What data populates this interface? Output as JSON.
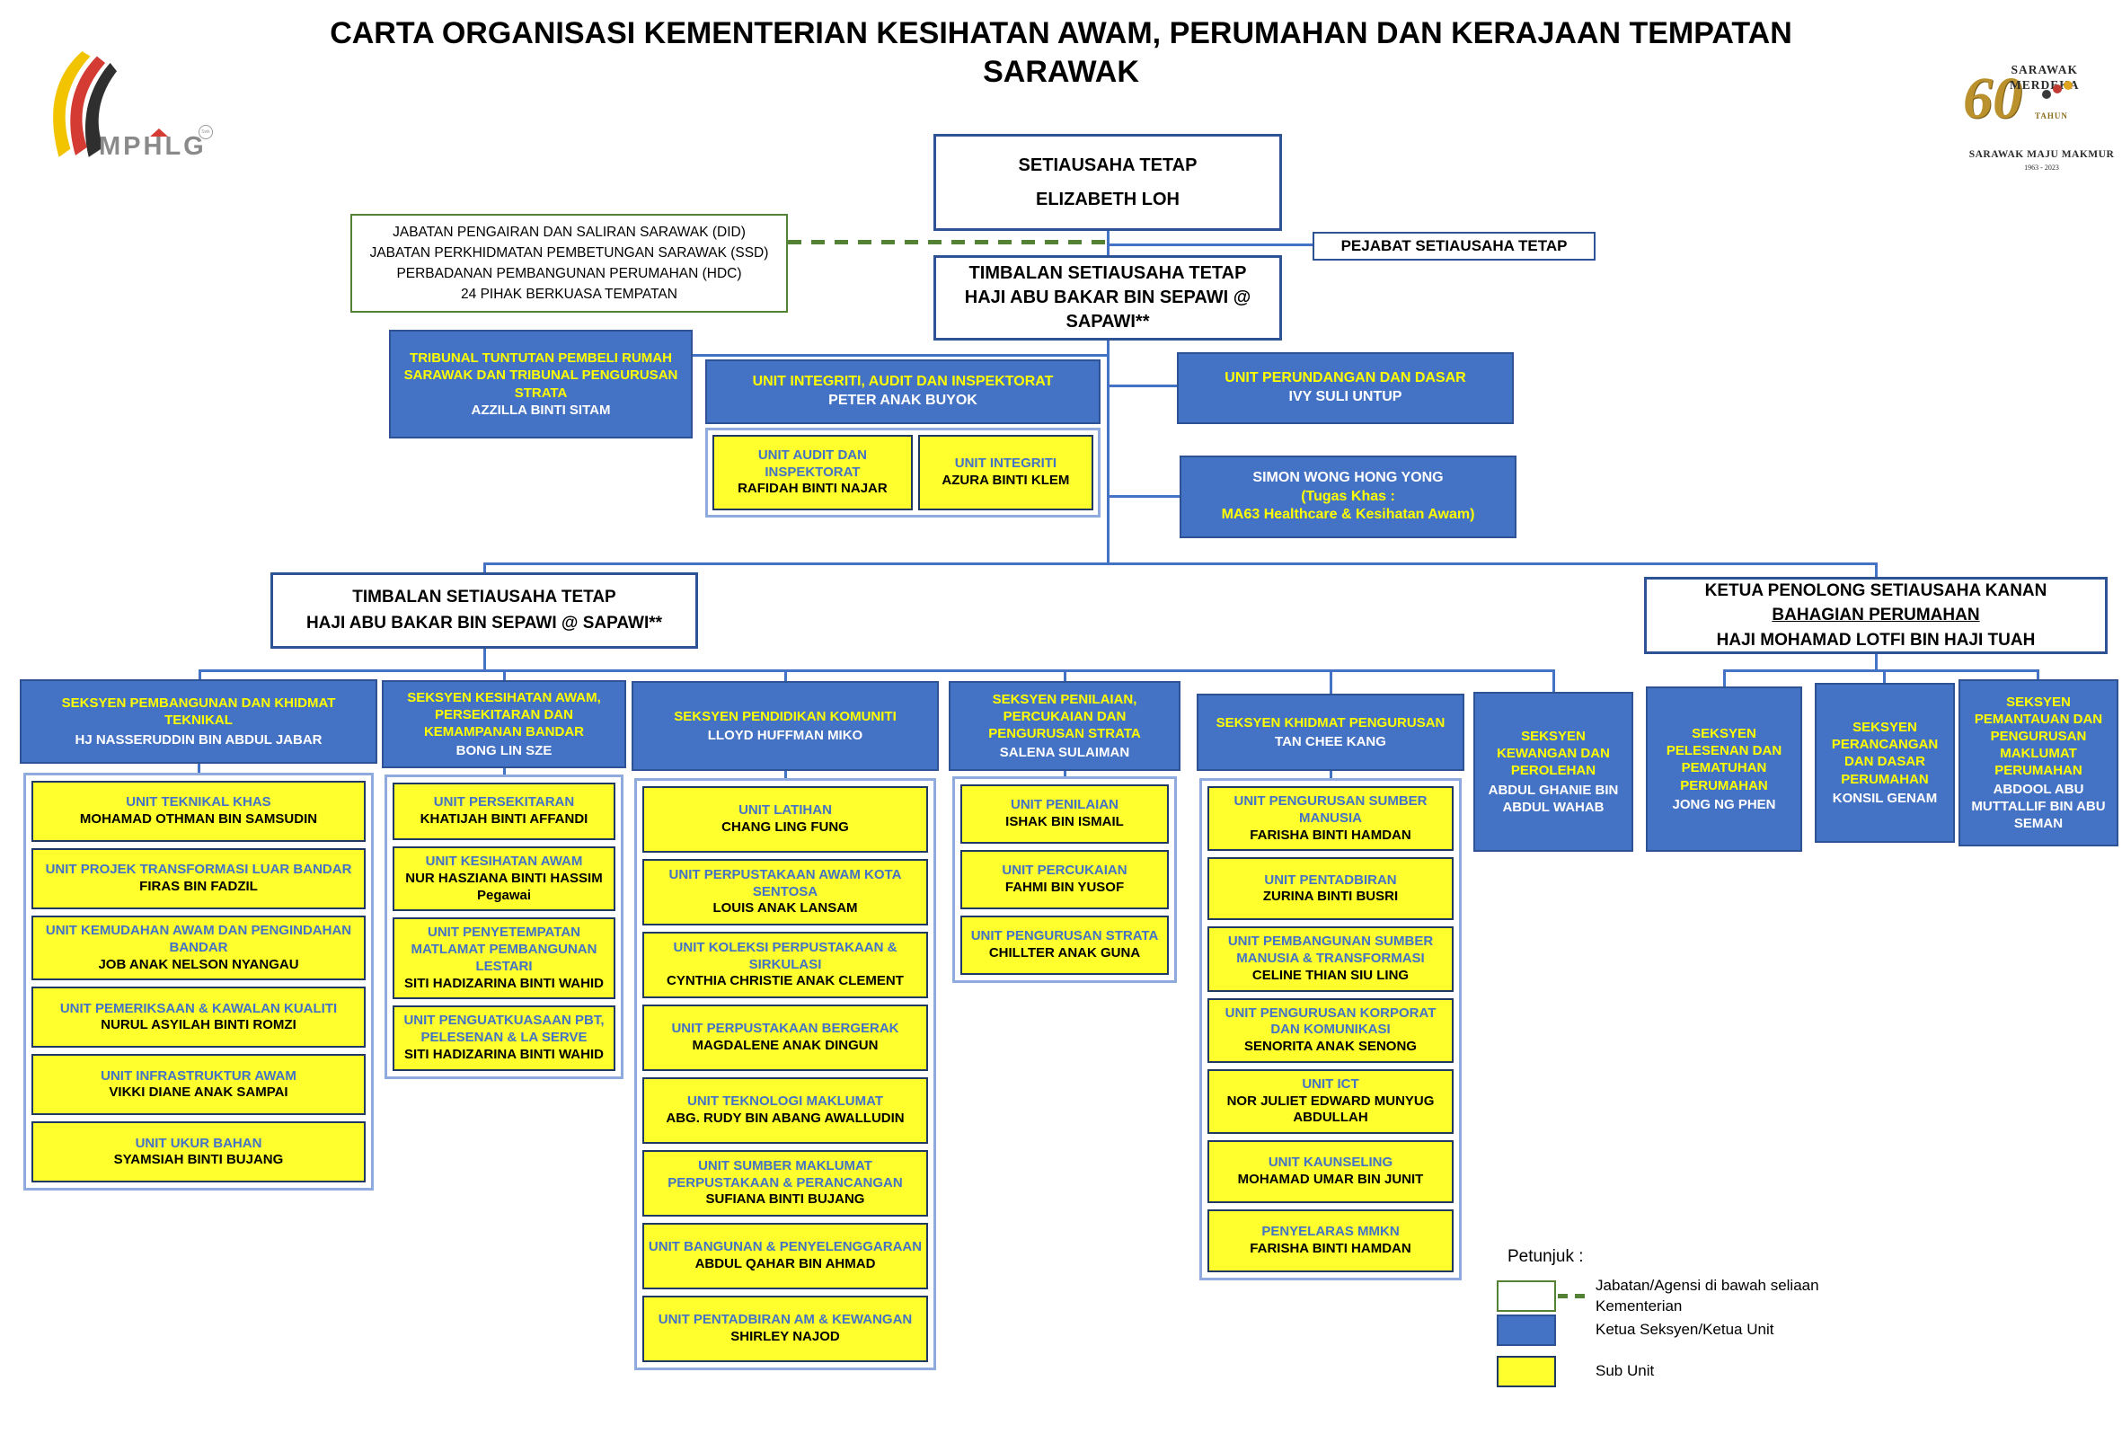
{
  "title": {
    "line1": "CARTA ORGANISASI KEMENTERIAN KESIHATAN AWAM, PERUMAHAN DAN KERAJAAN TEMPATAN",
    "line2": "SARAWAK"
  },
  "logo_left": {
    "text": "MPHLG",
    "sup": "Swk"
  },
  "logo_right": {
    "top1": "SARAWAK",
    "top2": "MERDEKA",
    "big": "60",
    "tahun": "TAHUN",
    "bottom1": "SARAWAK MAJU MAKMUR",
    "bottom2": "1963 - 2023"
  },
  "top": {
    "setiausaha": {
      "title": "SETIAUSAHA TETAP",
      "name": "ELIZABETH LOH"
    },
    "agencies": {
      "lines": [
        "JABATAN PENGAIRAN DAN SALIRAN SARAWAK (DID)",
        "JABATAN PERKHIDMATAN PEMBETUNGAN SARAWAK (SSD)",
        "PERBADANAN PEMBANGUNAN PERUMAHAN (HDC)",
        "24 PIHAK BERKUASA TEMPATAN"
      ]
    },
    "pejabat": {
      "title": "PEJABAT SETIAUSAHA TETAP"
    },
    "timbalan": {
      "title": "TIMBALAN SETIAUSAHA TETAP",
      "name": "HAJI ABU BAKAR BIN SEPAWI @ SAPAWI**"
    },
    "tribunal": {
      "title": "TRIBUNAL TUNTUTAN PEMBELI RUMAH SARAWAK DAN TRIBUNAL PENGURUSAN STRATA",
      "name": "AZZILLA BINTI SITAM"
    },
    "integriti": {
      "title": "UNIT  INTEGRITI, AUDIT DAN INSPEKTORAT",
      "name": "PETER ANAK BUYOK",
      "subunits": [
        {
          "title": "UNIT AUDIT DAN INSPEKTORAT",
          "name": "RAFIDAH BINTI NAJAR"
        },
        {
          "title": "UNIT INTEGRITI",
          "name": "AZURA BINTI KLEM"
        }
      ]
    },
    "perundangan": {
      "title": "UNIT  PERUNDANGAN DAN DASAR",
      "name": "IVY SULI UNTUP"
    },
    "tugas_khas": {
      "name": "SIMON WONG HONG YONG",
      "line2": "(Tugas Khas :",
      "line3": "MA63 Healthcare & Kesihatan Awam)"
    }
  },
  "level2": {
    "timbalan2": {
      "title": "TIMBALAN SETIAUSAHA TETAP",
      "name": "HAJI ABU BAKAR BIN SEPAWI @ SAPAWI**"
    },
    "ketua_penolong": {
      "title": "KETUA PENOLONG SETIAUSAHA KANAN",
      "subtitle": "BAHAGIAN PERUMAHAN",
      "name": "HAJI MOHAMAD LOTFI BIN HAJI TUAH"
    }
  },
  "sections": [
    {
      "title": "SEKSYEN PEMBANGUNAN DAN KHIDMAT TEKNIKAL",
      "name": "HJ NASSERUDDIN BIN ABDUL JABAR",
      "subunits": [
        {
          "title": "UNIT TEKNIKAL KHAS",
          "name": "MOHAMAD OTHMAN BIN SAMSUDIN"
        },
        {
          "title": "UNIT PROJEK TRANSFORMASI LUAR BANDAR",
          "name": "FIRAS BIN FADZIL"
        },
        {
          "title": "UNIT KEMUDAHAN AWAM DAN PENGINDAHAN BANDAR",
          "name": "JOB ANAK NELSON NYANGAU"
        },
        {
          "title": "UNIT PEMERIKSAAN & KAWALAN KUALITI",
          "name": "NURUL ASYILAH BINTI ROMZI"
        },
        {
          "title": "UNIT INFRASTRUKTUR AWAM",
          "name": "VIKKI DIANE ANAK SAMPAI"
        },
        {
          "title": "UNIT UKUR BAHAN",
          "name": "SYAMSIAH BINTI BUJANG"
        }
      ]
    },
    {
      "title": "SEKSYEN  KESIHATAN AWAM, PERSEKITARAN DAN KEMAMPANAN BANDAR",
      "name": "BONG LIN SZE",
      "subunits": [
        {
          "title": "UNIT PERSEKITARAN",
          "name": "KHATIJAH BINTI AFFANDI"
        },
        {
          "title": "UNIT KESIHATAN AWAM",
          "name": "NUR HASZIANA BINTI HASSIM",
          "extra": "Pegawai"
        },
        {
          "title": "UNIT PENYETEMPATAN MATLAMAT PEMBANGUNAN LESTARI",
          "name": "SITI HADIZARINA BINTI WAHID"
        },
        {
          "title": "UNIT PENGUATKUASAAN PBT, PELESENAN & LA SERVE",
          "name": "SITI HADIZARINA BINTI WAHID"
        }
      ]
    },
    {
      "title": "SEKSYEN  PENDIDIKAN KOMUNITI",
      "name": "LLOYD HUFFMAN MIKO",
      "subunits": [
        {
          "title": "UNIT LATIHAN",
          "name": "CHANG LING FUNG"
        },
        {
          "title": "UNIT PERPUSTAKAAN AWAM KOTA SENTOSA",
          "name": "LOUIS ANAK LANSAM"
        },
        {
          "title": "UNIT  KOLEKSI PERPUSTAKAAN & SIRKULASI",
          "name": "CYNTHIA CHRISTIE ANAK CLEMENT"
        },
        {
          "title": "UNIT PERPUSTAKAAN BERGERAK",
          "name": "MAGDALENE ANAK DINGUN"
        },
        {
          "title": "UNIT TEKNOLOGI MAKLUMAT",
          "name": "ABG. RUDY BIN ABANG AWALLUDIN"
        },
        {
          "title": "UNIT SUMBER MAKLUMAT PERPUSTAKAAN & PERANCANGAN",
          "name": "SUFIANA BINTI BUJANG"
        },
        {
          "title": "UNIT BANGUNAN & PENYELENGGARAAN",
          "name": "ABDUL QAHAR BIN AHMAD"
        },
        {
          "title": "UNIT PENTADBIRAN AM & KEWANGAN",
          "name": "SHIRLEY NAJOD"
        }
      ]
    },
    {
      "title": "SEKSYEN  PENILAIAN, PERCUKAIAN DAN PENGURUSAN STRATA",
      "name": "SALENA SULAIMAN",
      "subunits": [
        {
          "title": "UNIT PENILAIAN",
          "name": "ISHAK BIN ISMAIL"
        },
        {
          "title": "UNIT PERCUKAIAN",
          "name": "FAHMI BIN YUSOF"
        },
        {
          "title": "UNIT PENGURUSAN STRATA",
          "name": "CHILLTER ANAK GUNA"
        }
      ]
    },
    {
      "title": "SEKSYEN KHIDMAT PENGURUSAN",
      "name": "TAN CHEE KANG",
      "subunits": [
        {
          "title": "UNIT PENGURUSAN SUMBER MANUSIA",
          "name": "FARISHA BINTI HAMDAN"
        },
        {
          "title": "UNIT PENTADBIRAN",
          "name": "ZURINA BINTI BUSRI"
        },
        {
          "title": "UNIT PEMBANGUNAN SUMBER MANUSIA & TRANSFORMASI",
          "name": "CELINE THIAN SIU LING"
        },
        {
          "title": "UNIT PENGURUSAN KORPORAT DAN KOMUNIKASI",
          "name": "SENORITA ANAK SENONG"
        },
        {
          "title": "UNIT  ICT",
          "name": "NOR JULIET EDWARD MUNYUG ABDULLAH"
        },
        {
          "title": "UNIT  KAUNSELING",
          "name": "MOHAMAD UMAR BIN JUNIT"
        },
        {
          "title": "PENYELARAS MMKN",
          "name": "FARISHA BINTI HAMDAN"
        }
      ]
    },
    {
      "title": "SEKSYEN KEWANGAN DAN PEROLEHAN",
      "name": "ABDUL GHANIE BIN ABDUL WAHAB"
    },
    {
      "title": "SEKSYEN PELESENAN DAN PEMATUHAN PERUMAHAN",
      "name": "JONG NG PHEN"
    },
    {
      "title": "SEKSYEN PERANCANGAN DAN DASAR PERUMAHAN",
      "name": "KONSIL GENAM"
    },
    {
      "title": "SEKSYEN PEMANTAUAN DAN PENGURUSAN MAKLUMAT PERUMAHAN",
      "name": "ABDOOL ABU MUTTALLIF BIN  ABU SEMAN"
    }
  ],
  "legend": {
    "heading": "Petunjuk :",
    "items": [
      {
        "label": "Jabatan/Agensi di bawah seliaan Kementerian"
      },
      {
        "label": "Ketua Seksyen/Ketua Unit"
      },
      {
        "label": "Sub Unit"
      }
    ]
  },
  "colors": {
    "section_fill": "#4472C4",
    "section_border": "#2E5395",
    "subunit_fill": "#FFFF2E",
    "subunit_border": "#1F3864",
    "agency_border": "#548235",
    "connector": "#4472C4",
    "subunit_title_text": "#4472C4",
    "header_highlight_text": "#FFFF00"
  }
}
